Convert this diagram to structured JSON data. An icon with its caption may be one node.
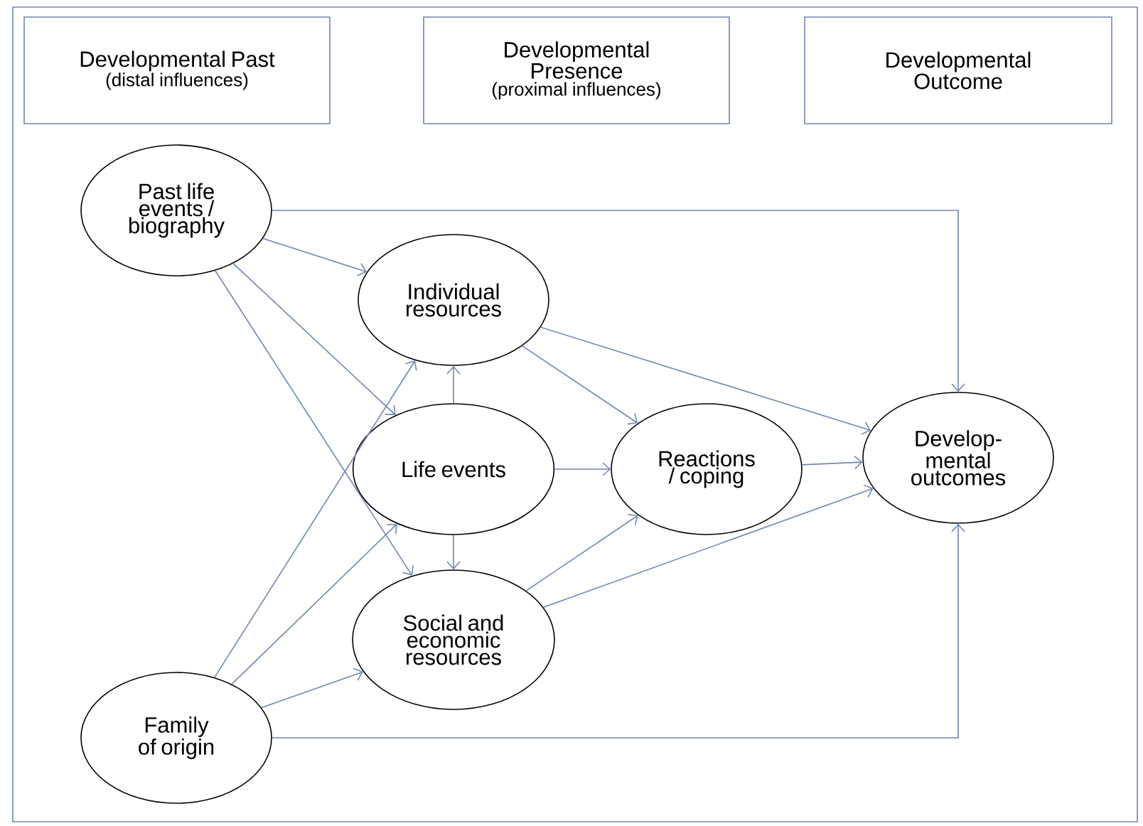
{
  "diagram": {
    "nodes": [
      {
        "text": [
          "Developmental Past",
          "(distal influences)"
        ]
      },
      {
        "text": [
          "Developmental Presence",
          "(proximal influences)"
        ]
      },
      {
        "text": [
          "Developmental Outcome"
        ]
      },
      {
        "text": [
          "Past life events / biography"
        ]
      },
      {
        "text": [
          "Individual resources"
        ]
      },
      {
        "text": [
          "Life events"
        ]
      },
      {
        "text": [
          "Reactions / coping"
        ]
      },
      {
        "text": [
          "Develop- mental outcomes"
        ]
      },
      {
        "text": [
          "Social and economic resources"
        ]
      },
      {
        "text": [
          "Family of origin"
        ]
      }
    ],
    "edges": [
      {
        "from": 3,
        "to": 4,
        "arrow": "to"
      },
      {
        "from": 3,
        "to": 5,
        "arrow": "to"
      },
      {
        "from": 3,
        "to": 8,
        "arrow": "to"
      },
      {
        "from": 3,
        "to": 7,
        "arrow": "to"
      },
      {
        "from": 4,
        "to": 6,
        "arrow": "to"
      },
      {
        "from": 4,
        "to": 7,
        "arrow": "to"
      },
      {
        "from": 5,
        "to": 4,
        "arrow": "to"
      },
      {
        "from": 5,
        "to": 8,
        "arrow": "to"
      },
      {
        "from": 5,
        "to": 6,
        "arrow": "to"
      },
      {
        "from": 6,
        "to": 7,
        "arrow": "to"
      },
      {
        "from": 8,
        "to": 6,
        "arrow": "to"
      },
      {
        "from": 8,
        "to": 7,
        "arrow": "to"
      },
      {
        "from": 9,
        "to": 4,
        "arrow": "to"
      },
      {
        "from": 9,
        "to": 5,
        "arrow": "to"
      },
      {
        "from": 9,
        "to": 8,
        "arrow": "to"
      },
      {
        "from": 9,
        "to": 7,
        "arrow": "to"
      }
    ]
  }
}
